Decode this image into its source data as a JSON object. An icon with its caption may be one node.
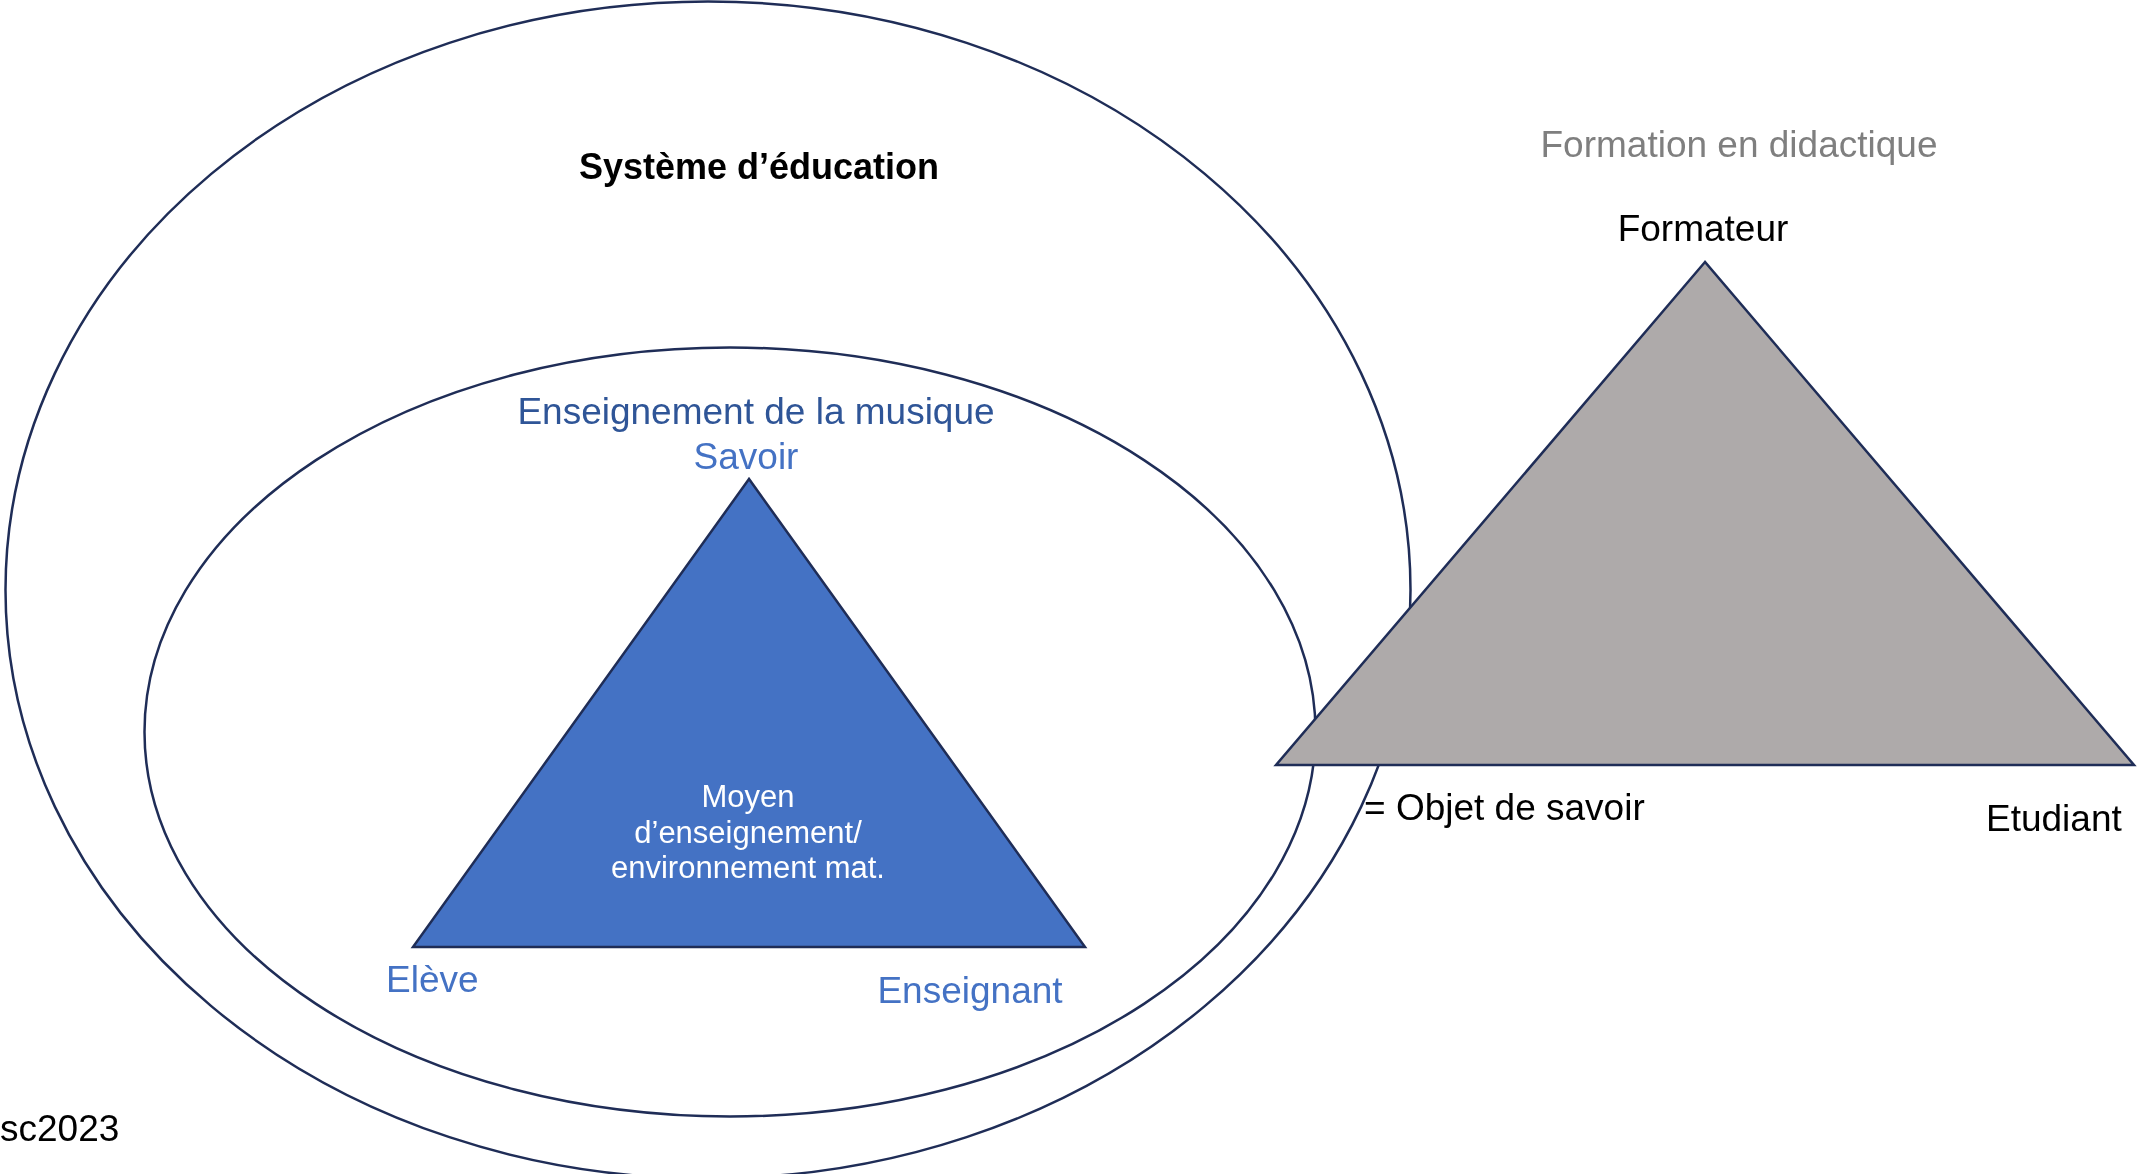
{
  "diagram": {
    "nodes": [
      {
        "text": [
          "Système d’éducation"
        ]
      },
      {
        "text": [
          "Enseignement de la musique"
        ],
        "in": 0
      },
      {
        "text": [
          "Moyen d’enseignement/ environnement mat."
        ],
        "in": 1,
        "beside": [
          "Savoir",
          "Elève",
          "Enseignant"
        ]
      },
      {
        "text": [],
        "shape": "triangle",
        "beside": [
          "Formation en didactique",
          "Formateur",
          "= Objet de savoir",
          "Etudiant"
        ]
      }
    ],
    "edges": [],
    "labels": [
      "sc2023"
    ]
  }
}
